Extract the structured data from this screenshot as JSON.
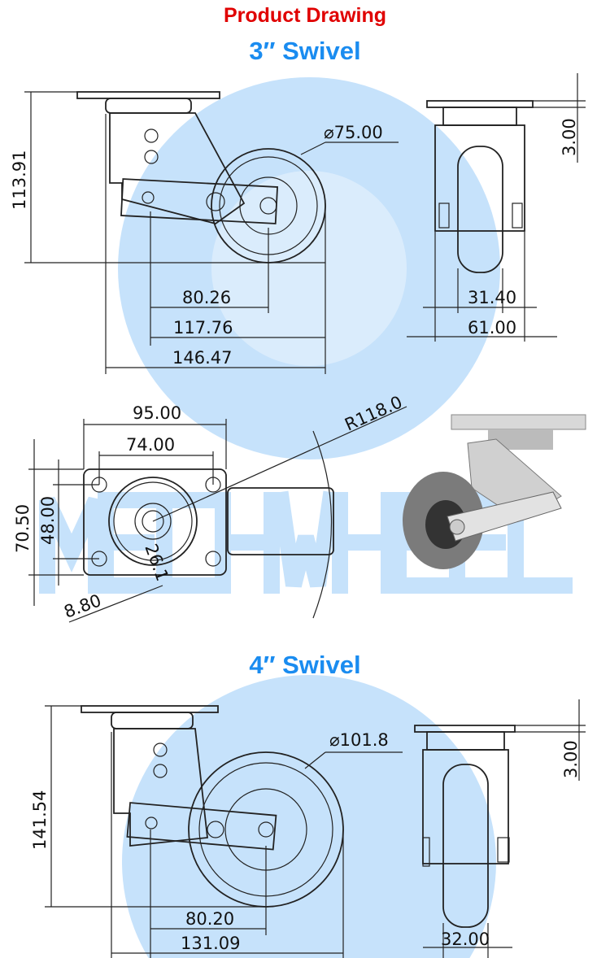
{
  "header": {
    "title": "Product Drawing"
  },
  "watermark": {
    "text": "MECHWHEEL",
    "color": "#c6e2fb"
  },
  "accent": {
    "red": "#e00000",
    "blue": "#1a8cf0"
  },
  "section_3in": {
    "title": "3″ Swivel",
    "dims": {
      "height": "113.91",
      "wheel_diameter": "⌀75.00",
      "plate_thickness": "3.00",
      "offset": "80.26",
      "length_a": "117.76",
      "length_total": "146.47",
      "wheel_width": "31.40",
      "overall_width": "61.00",
      "plate_width": "95.00",
      "bolt_spacing_w": "74.00",
      "swivel_radius": "R118.0",
      "plate_depth": "70.50",
      "bolt_spacing_d": "48.00",
      "bolt_hole": "8.80",
      "center_hole": "26.1"
    }
  },
  "section_4in": {
    "title": "4″ Swivel",
    "dims": {
      "height": "141.54",
      "wheel_diameter": "⌀101.8",
      "plate_thickness": "3.00",
      "offset": "80.20",
      "length_total": "131.09",
      "wheel_width": "32.00"
    }
  }
}
